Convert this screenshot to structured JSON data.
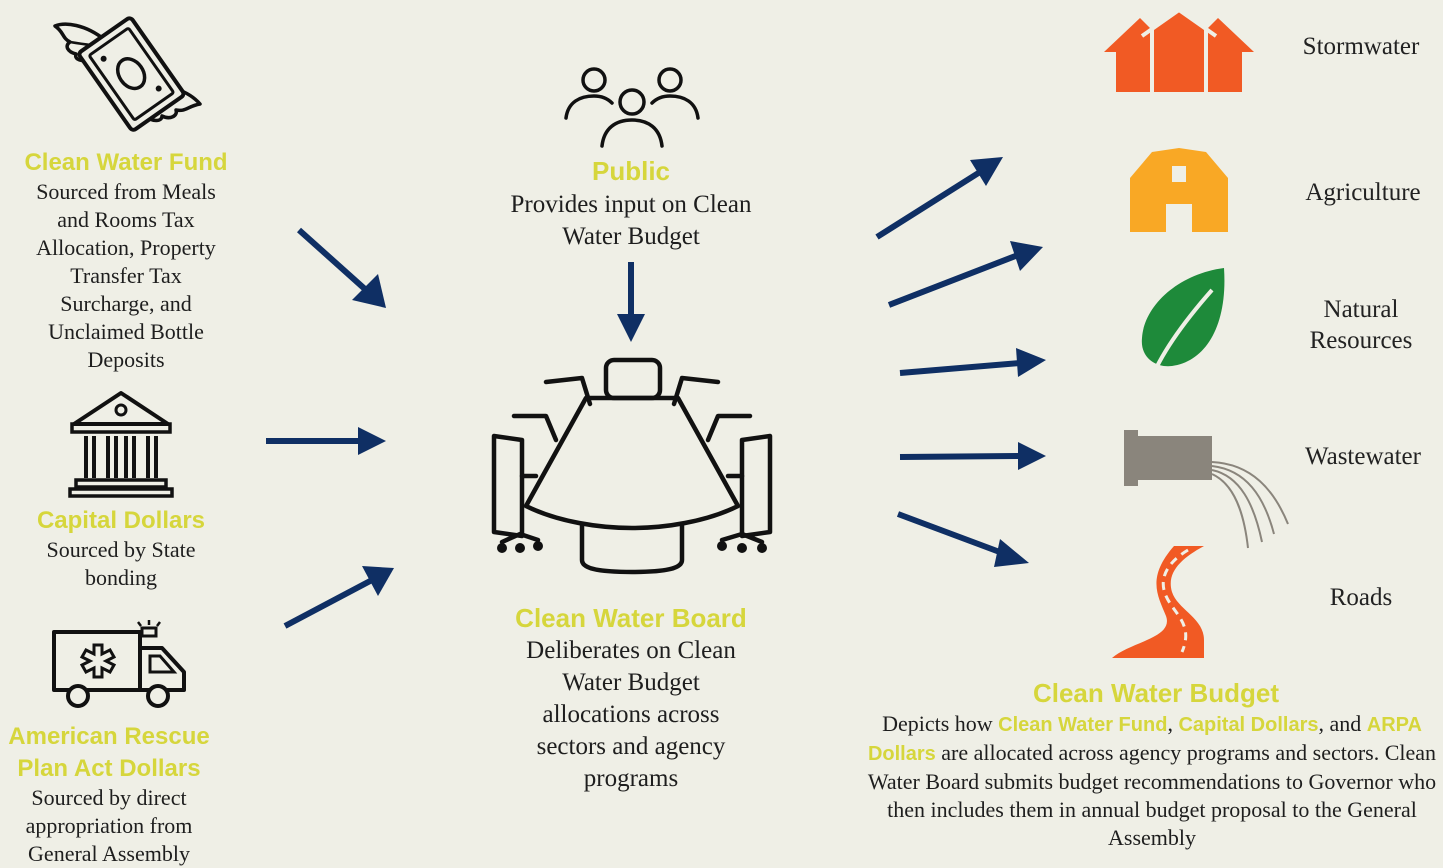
{
  "sources": {
    "clean_water_fund": {
      "title": "Clean Water Fund",
      "description": "Sourced from Meals and Rooms Tax Allocation, Property Transfer Tax Surcharge, and Unclaimed Bottle Deposits",
      "icon": "flying-money-icon"
    },
    "capital_dollars": {
      "title": "Capital Dollars",
      "description": "Sourced by State bonding",
      "icon": "bank-building-icon"
    },
    "arpa": {
      "title_line1": "American Rescue",
      "title_line2": "Plan Act Dollars",
      "description": "Sourced by direct appropriation from General Assembly",
      "icon": "ambulance-icon"
    }
  },
  "public": {
    "title": "Public",
    "description": "Provides input on Clean Water Budget",
    "icon": "people-group-icon"
  },
  "board": {
    "title": "Clean Water Board",
    "description": "Deliberates on Clean Water Budget allocations across sectors and agency programs",
    "icon": "conference-table-icon"
  },
  "sectors": [
    {
      "label": "Stormwater",
      "icon": "houses-icon",
      "color": "#f15a24"
    },
    {
      "label": "Agriculture",
      "icon": "barn-icon",
      "color": "#f9a825"
    },
    {
      "label": "Natural Resources",
      "icon": "leaf-icon",
      "color": "#1e8a3a"
    },
    {
      "label": "Wastewater",
      "icon": "outfall-pipe-icon",
      "color": "#8a857c"
    },
    {
      "label": "Roads",
      "icon": "road-icon",
      "color": "#f15a24"
    }
  ],
  "budget": {
    "title": "Clean Water Budget",
    "desc_1": "Depicts how",
    "hl_cwf": "Clean Water Fund",
    "desc_sep": ",",
    "hl_capital": "Capital Dollars",
    "desc_and": ", and",
    "hl_arpa": "ARPA Dollars",
    "desc_2": "are allocated across agency programs and sectors. Clean Water Board submits budget recommendations to Governor who then includes them in annual budget proposal to the General Assembly"
  },
  "colors": {
    "arrow": "#0f2f64",
    "highlight": "#d6d63c",
    "background": "#efefe6"
  }
}
